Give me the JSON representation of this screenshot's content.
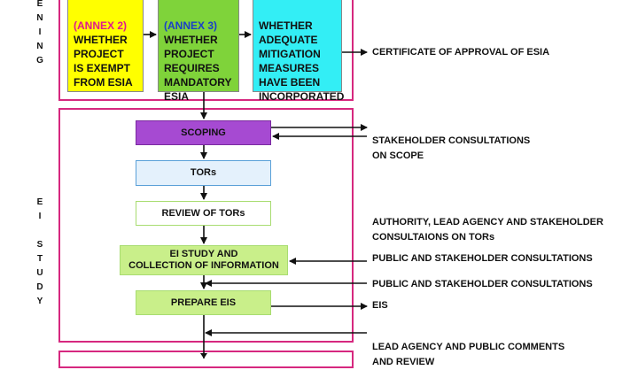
{
  "side_labels": {
    "screening": "ENING",
    "ei_study": "EI STUDY"
  },
  "screening": {
    "box1": {
      "head": "(ANNEX 2)",
      "body": "WHETHER\nPROJECT\nIS EXEMPT\nFROM ESIA"
    },
    "box2": {
      "head": "(ANNEX 3)",
      "body": "WHETHER\nPROJECT\nREQUIRES\nMANDATORY\nESIA"
    },
    "box3": {
      "body": "WHETHER\nADEQUATE\nMITIGATION\nMEASURES\nHAVE BEEN\nINCORPORATED"
    }
  },
  "steps": {
    "scoping": "SCOPING",
    "tors": "TORs",
    "review_tors": "REVIEW OF TORs",
    "ei_study": "EI STUDY AND\nCOLLECTION OF INFORMATION",
    "prepare_eis": "PREPARE EIS"
  },
  "notes": {
    "certificate": "CERTIFICATE OF APPROVAL OF ESIA",
    "stakeholder_scope": "STAKEHOLDER CONSULTATIONS\nON SCOPE",
    "authority_tors": "AUTHORITY, LEAD AGENCY AND STAKEHOLDER\nCONSULTAIONS ON TORs",
    "public_1": "PUBLIC AND STAKEHOLDER CONSULTATIONS",
    "public_2": "PUBLIC AND STAKEHOLDER CONSULTATIONS",
    "eis": "EIS",
    "lead_agency": "LEAD AGENCY AND PUBLIC COMMENTS\nAND REVIEW"
  },
  "colors": {
    "frame": "#d6287f",
    "yellow": "#ffff00",
    "green": "#7fd33a",
    "cyan": "#33eef5",
    "purple": "#a64ad2",
    "light_blue": "#e4f1fc",
    "light_green": "#c9ef8a",
    "annex_magenta": "#e01a8c",
    "annex_blue": "#1a3fc8"
  }
}
